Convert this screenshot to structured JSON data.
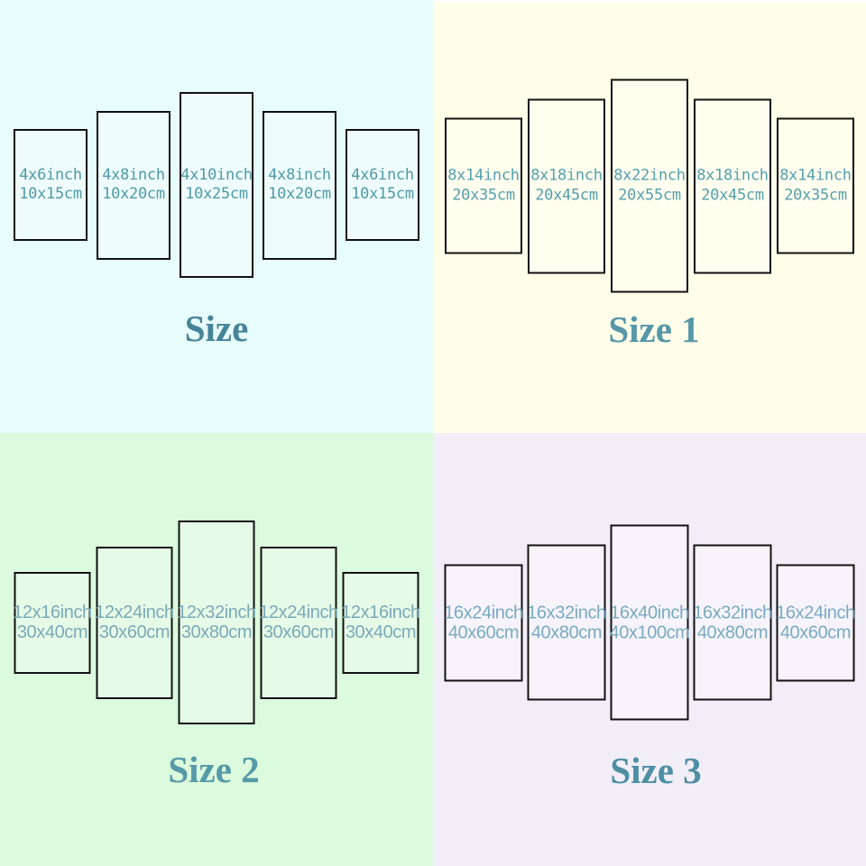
{
  "style": {
    "panel_border_color": "#111111",
    "top_strip_color": "#ffffff"
  },
  "quadrants": [
    {
      "title": "Size",
      "bg": "#e7fdfb",
      "text_color": "#4f99a8",
      "title_color": "#47849a",
      "panels": [
        {
          "inch": "4x6inch",
          "cm": "10x15cm",
          "w_in": 4,
          "h_in": 6
        },
        {
          "inch": "4x8inch",
          "cm": "10x20cm",
          "w_in": 4,
          "h_in": 8
        },
        {
          "inch": "4x10inch",
          "cm": "10x25cm",
          "w_in": 4,
          "h_in": 10
        },
        {
          "inch": "4x8inch",
          "cm": "10x20cm",
          "w_in": 4,
          "h_in": 8
        },
        {
          "inch": "4x6inch",
          "cm": "10x15cm",
          "w_in": 4,
          "h_in": 6
        }
      ]
    },
    {
      "title": "Size 1",
      "bg": "#fffee9",
      "text_color": "#55a0ad",
      "title_color": "#5697a8",
      "panels": [
        {
          "inch": "8x14inch",
          "cm": "20x35cm",
          "w_in": 8,
          "h_in": 14
        },
        {
          "inch": "8x18inch",
          "cm": "20x45cm",
          "w_in": 8,
          "h_in": 18
        },
        {
          "inch": "8x22inch",
          "cm": "20x55cm",
          "w_in": 8,
          "h_in": 22
        },
        {
          "inch": "8x18inch",
          "cm": "20x45cm",
          "w_in": 8,
          "h_in": 18
        },
        {
          "inch": "8x14inch",
          "cm": "20x35cm",
          "w_in": 8,
          "h_in": 14
        }
      ]
    },
    {
      "title": "Size 2",
      "bg": "#dcfadd",
      "text_color": "#7aa9b8",
      "title_color": "#569aa8",
      "panels": [
        {
          "inch": "12x16inch",
          "cm": "30x40cm",
          "w_in": 12,
          "h_in": 16
        },
        {
          "inch": "12x24inch",
          "cm": "30x60cm",
          "w_in": 12,
          "h_in": 24
        },
        {
          "inch": "12x32inch",
          "cm": "30x80cm",
          "w_in": 12,
          "h_in": 32
        },
        {
          "inch": "12x24inch",
          "cm": "30x60cm",
          "w_in": 12,
          "h_in": 24
        },
        {
          "inch": "12x16inch",
          "cm": "30x40cm",
          "w_in": 12,
          "h_in": 16
        }
      ]
    },
    {
      "title": "Size 3",
      "bg": "#f2eef8",
      "text_color": "#78aac2",
      "title_color": "#4e8fa4",
      "panels": [
        {
          "inch": "16x24inch",
          "cm": "40x60cm",
          "w_in": 16,
          "h_in": 24
        },
        {
          "inch": "16x32inch",
          "cm": "40x80cm",
          "w_in": 16,
          "h_in": 32
        },
        {
          "inch": "16x40inch",
          "cm": "40x100cm",
          "w_in": 16,
          "h_in": 40
        },
        {
          "inch": "16x32inch",
          "cm": "40x80cm",
          "w_in": 16,
          "h_in": 32
        },
        {
          "inch": "16x24inch",
          "cm": "40x60cm",
          "w_in": 16,
          "h_in": 24
        }
      ]
    }
  ]
}
